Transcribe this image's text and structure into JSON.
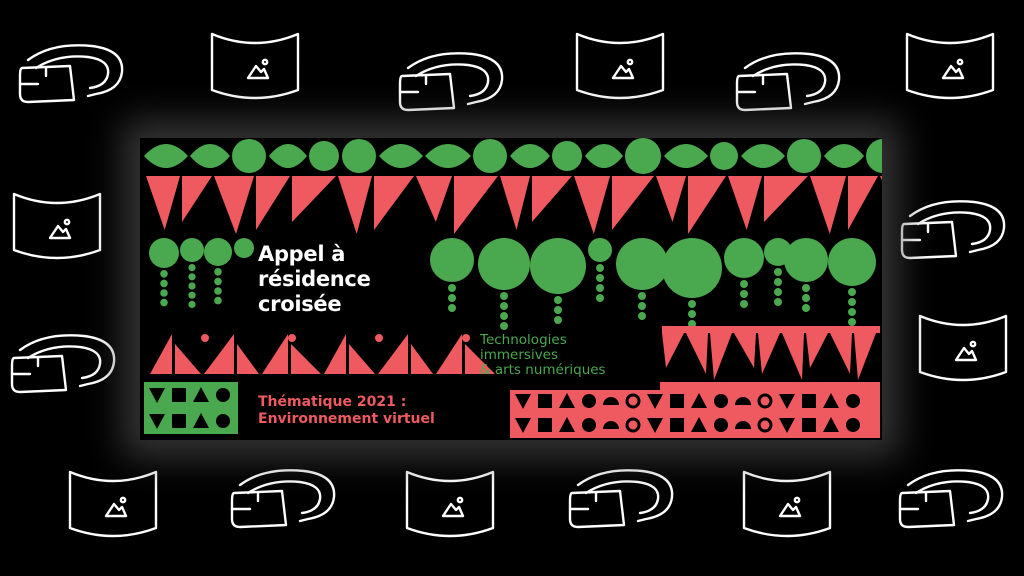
{
  "banner": {
    "title_lines": [
      "Appel à",
      "résidence",
      "croisée"
    ],
    "technologies_lines": [
      "Technologies",
      "immersives",
      "& arts numériques"
    ],
    "theme_lines": [
      "Thématique 2021 :",
      "Environnement virtuel"
    ]
  },
  "icons": {
    "headset_icon": "vr-headset-icon",
    "curved_screen_icon": "curved-screen-icon"
  },
  "colors": {
    "background": "#000000",
    "green": "#4aa84e",
    "red": "#ee5a60",
    "white": "#ffffff"
  }
}
